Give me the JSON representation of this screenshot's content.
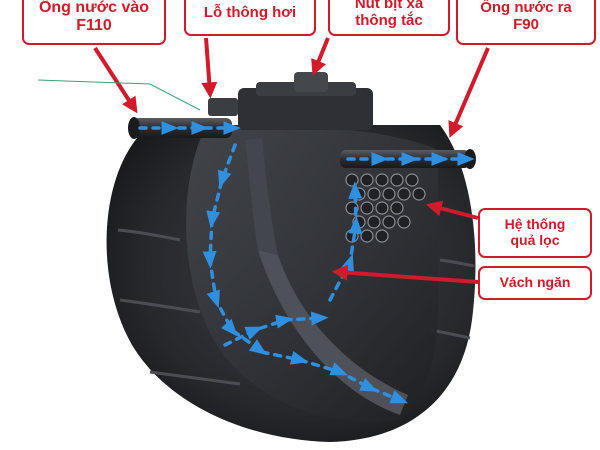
{
  "labels": {
    "inlet_line1": "Ống nước vào",
    "inlet_line2": "F110",
    "vent": "Lỗ thông hơi",
    "plug_line1": "Nút bịt xả",
    "plug_line2": "thông tắc",
    "outlet_line1": "Ống nước ra",
    "outlet_line2": "F90",
    "filter_line1": "Hệ thống",
    "filter_line2": "quả lọc",
    "baffle": "Vách ngăn"
  },
  "colors": {
    "callout_red": "#d11a2a",
    "tank_dark": "#2a2c30",
    "flow_blue": "#2f8fe0"
  }
}
